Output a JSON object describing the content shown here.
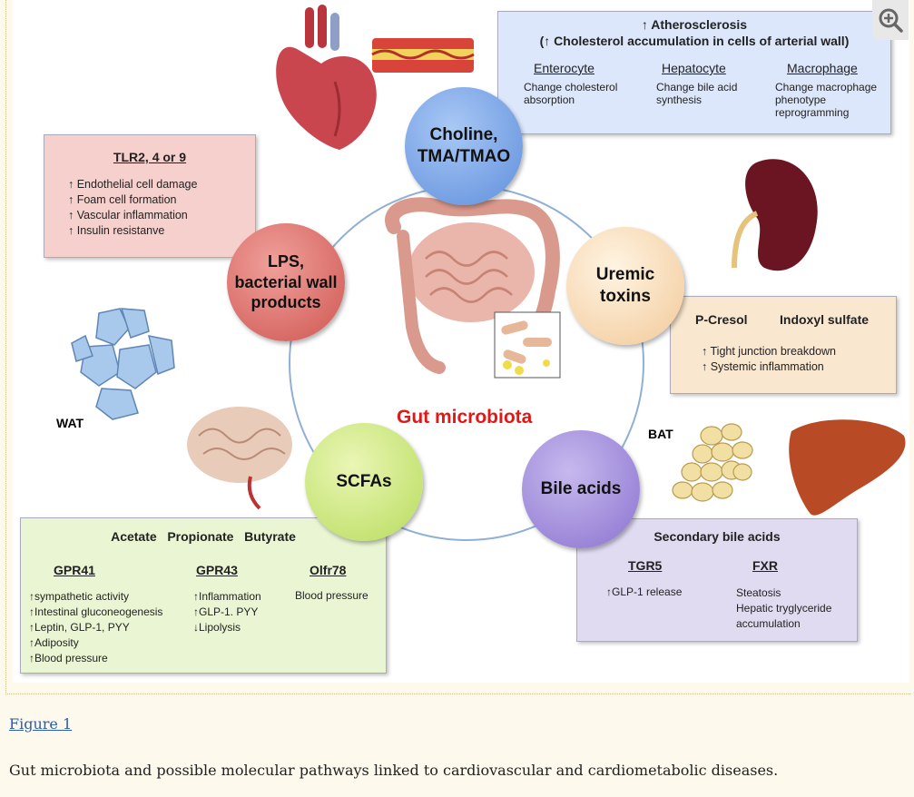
{
  "figure": {
    "center_label": "Gut microbiota",
    "nodes": {
      "choline": "Choline,\nTMA/TMAO",
      "uremic": "Uremic\ntoxins",
      "bile": "Bile acids",
      "scfa": "SCFAs",
      "lps": "LPS,\nbacterial wall\nproducts"
    },
    "athero_box": {
      "title1": "↑ Atherosclerosis",
      "title2": "(↑ Cholesterol accumulation in cells of arterial wall)",
      "cols": [
        {
          "head": "Enterocyte",
          "text": "Change cholesterol\nabsorption"
        },
        {
          "head": "Hepatocyte",
          "text": "Change bile acid\nsynthesis"
        },
        {
          "head": "Macrophage",
          "text": "Change macrophage\nphenotype\nreprogramming"
        }
      ]
    },
    "tlr_box": {
      "head": "TLR2, 4 or 9",
      "items": "↑ Endothelial cell damage\n↑ Foam cell formation\n↑ Vascular inflammation\n↑ Insulin resistanve"
    },
    "uremic_box": {
      "head1": "P-Cresol",
      "head2": "Indoxyl sulfate",
      "items": "↑ Tight junction breakdown\n↑ Systemic inflammation"
    },
    "scfa_box": {
      "title": "Acetate   Propionate   Butyrate",
      "cols": [
        {
          "head": "GPR41",
          "text": "↑sympathetic activity\n↑Intestinal gluconeogenesis\n↑Leptin, GLP-1, PYY\n↑Adiposity\n↑Blood pressure"
        },
        {
          "head": "GPR43",
          "text": "↑Inflammation\n↑GLP-1. PYY\n↓Lipolysis"
        },
        {
          "head": "Olfr78",
          "text": "Blood pressure"
        }
      ]
    },
    "bile_box": {
      "title": "Secondary bile acids",
      "cols": [
        {
          "head": "TGR5",
          "text": "↑GLP-1 release"
        },
        {
          "head": "FXR",
          "text": "Steatosis\nHepatic tryglyceride\naccumulation"
        }
      ]
    },
    "labels": {
      "wat": "WAT",
      "bat": "BAT"
    }
  },
  "caption": {
    "link": "Figure 1",
    "text": "Gut microbiota and possible molecular pathways linked to cardiovascular and cardiometabolic diseases."
  },
  "icons": {
    "zoom": "zoom-in-icon"
  }
}
